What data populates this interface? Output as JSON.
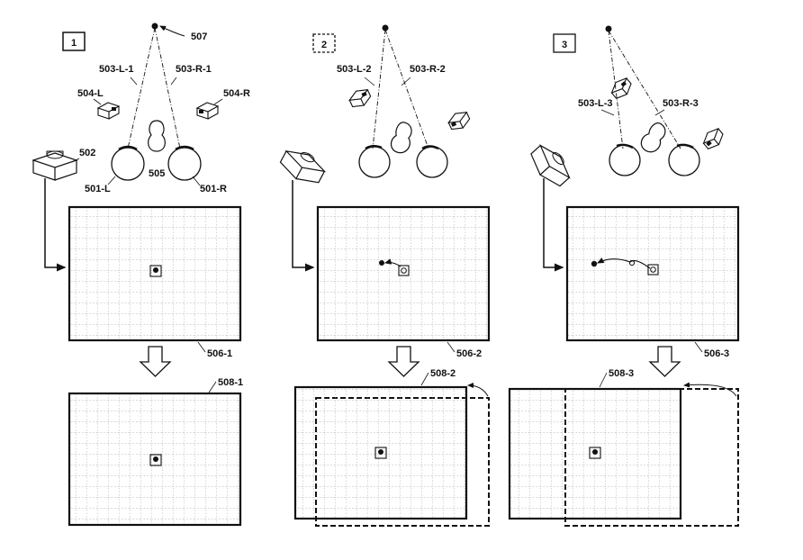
{
  "panels": [
    {
      "number": "1",
      "frame_label": "506-1",
      "output_label": "508-1",
      "labels": {
        "l_line": "503-L-1",
        "r_line": "503-R-1",
        "l_camera": "504-L",
        "r_camera": "504-R",
        "projector": "502",
        "nose": "505",
        "l_eye": "501-L",
        "r_eye": "501-R",
        "target": "507"
      }
    },
    {
      "number": "2",
      "frame_label": "506-2",
      "output_label": "508-2",
      "labels": {
        "l_line": "503-L-2",
        "r_line": "503-R-2"
      }
    },
    {
      "number": "3",
      "frame_label": "506-3",
      "output_label": "508-3",
      "labels": {
        "l_line": "503-L-3",
        "r_line": "503-R-3"
      }
    }
  ]
}
